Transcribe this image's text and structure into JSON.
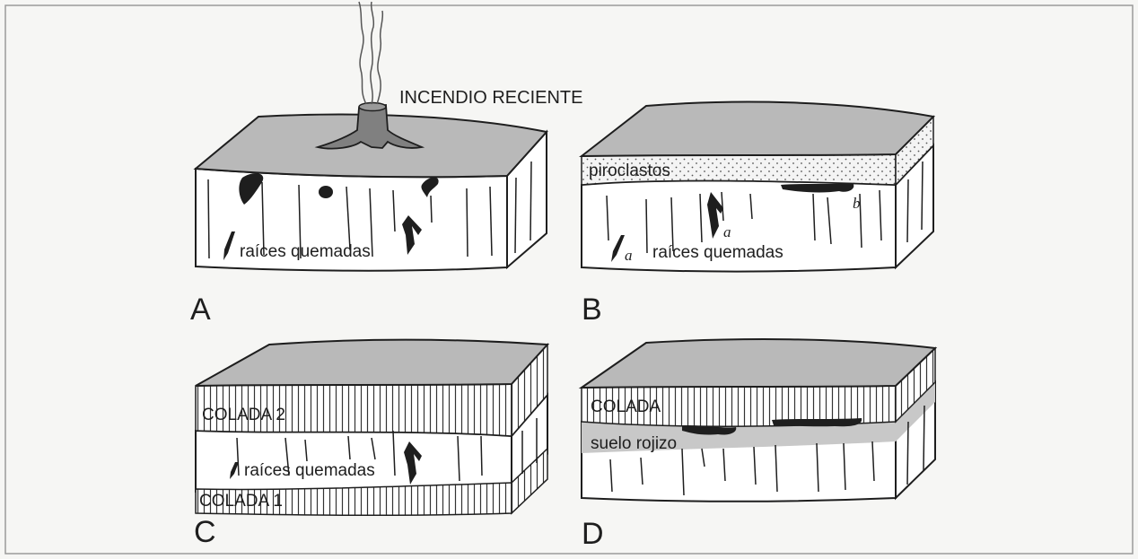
{
  "title_fire": "INCENDIO RECIENTE",
  "panels": {
    "a": {
      "letter": "A",
      "roots_label": "raíces quemadas"
    },
    "b": {
      "letter": "B",
      "pyroclast_label": "piroclastos",
      "roots_label": "raíces quemadas",
      "mark_a1": "a",
      "mark_a2": "a",
      "mark_b": "b"
    },
    "c": {
      "letter": "C",
      "flow2_label": "COLADA 2",
      "roots_label": "raíces quemadas",
      "flow1_label": "COLADA 1"
    },
    "d": {
      "letter": "D",
      "flow_label": "COLADA",
      "soil_label": "suelo rojizo"
    }
  },
  "colors": {
    "top_surface": "#b9b9b9",
    "block_fill": "#ffffff",
    "stroke": "#1e1e1e",
    "background": "#f6f6f4",
    "pyroclast": "#f4f4f4",
    "red_soil": "#c8c8c8"
  }
}
